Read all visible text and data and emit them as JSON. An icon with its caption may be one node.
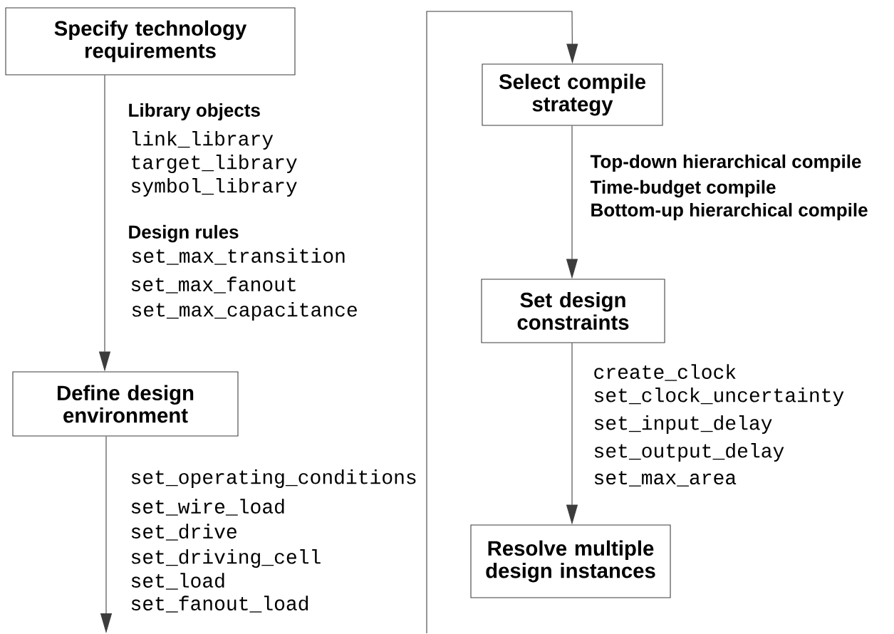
{
  "diagram": {
    "nodes": [
      {
        "text": [
          "Specify technology requirements"
        ]
      },
      {
        "text": [
          "Define design environment"
        ]
      },
      {
        "text": [
          "Select compile strategy"
        ]
      },
      {
        "text": [
          "Set design constraints"
        ]
      },
      {
        "text": [
          "Resolve multiple design instances"
        ]
      }
    ],
    "edges": [
      {
        "from": 0,
        "to": 1,
        "arrow": "to"
      },
      {
        "from": 1,
        "to": null,
        "arrow": "to"
      },
      {
        "from": null,
        "to": 2,
        "arrow": "to"
      },
      {
        "from": 2,
        "to": 3,
        "arrow": "to"
      },
      {
        "from": 3,
        "to": 4,
        "arrow": "to"
      }
    ],
    "labels": [
      "Library objects",
      "link_library",
      "target_library",
      "symbol_library",
      "Design rules",
      "set_max_transition",
      "set_max_fanout",
      "set_max_capacitance",
      "Top-down hierarchical compile",
      "Time-budget compile",
      "Bottom-up hierarchical compile",
      "set_operating_conditions",
      "set_wire_load",
      "set_drive",
      "set_driving_cell",
      "set_load",
      "set_fanout_load",
      "create_clock",
      "set_clock_uncertainty",
      "set_input_delay",
      "set_output_delay",
      "set_max_area"
    ]
  }
}
